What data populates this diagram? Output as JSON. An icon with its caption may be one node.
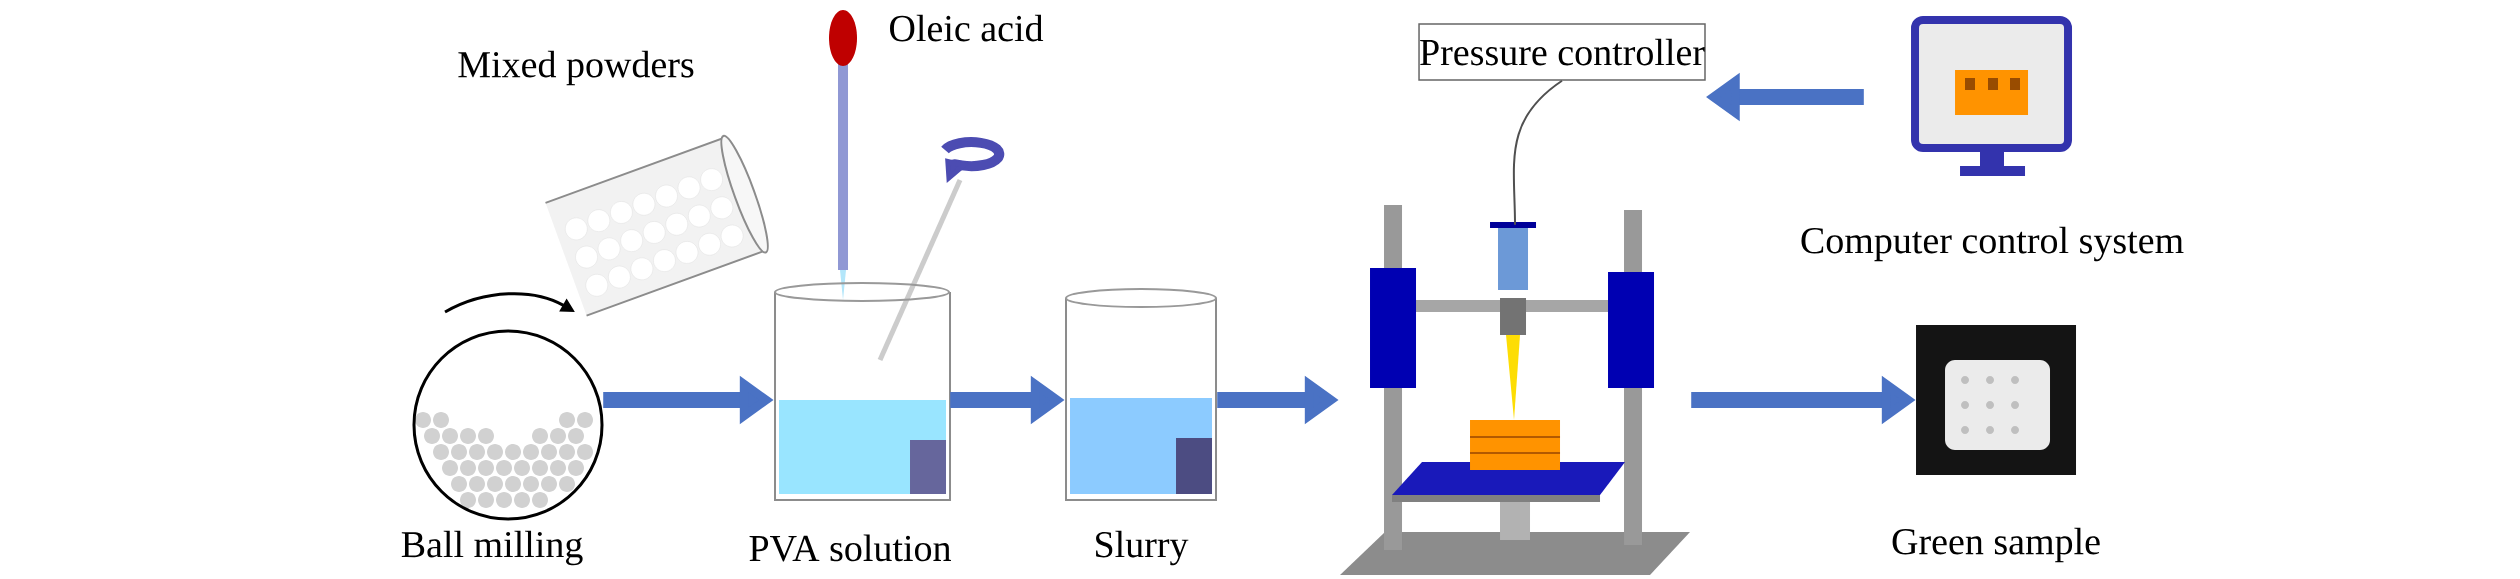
{
  "diagram": {
    "nodes": [
      {
        "text": [
          "Ball milling"
        ]
      },
      {
        "text": [
          "PVA solution"
        ]
      },
      {
        "text": [
          "Slurry"
        ]
      },
      {
        "text": [],
        "shape": "picture"
      },
      {
        "text": [
          "Pressure controller"
        ]
      },
      {
        "text": [
          "Computer control system"
        ]
      },
      {
        "text": [
          "Green sample"
        ]
      }
    ],
    "edges": [
      {
        "from": 0,
        "to": 1,
        "arrow": "to"
      },
      {
        "from": 1,
        "to": 2,
        "arrow": "to"
      },
      {
        "from": 2,
        "to": 3,
        "arrow": "to"
      },
      {
        "from": 3,
        "to": 6,
        "arrow": "to"
      },
      {
        "from": 5,
        "to": 4,
        "arrow": "to"
      },
      {
        "from": 4,
        "to": 3,
        "arrow": "none",
        "color": "#505050"
      }
    ],
    "labels": [
      "Mixed powders",
      "Oleic acid"
    ]
  }
}
